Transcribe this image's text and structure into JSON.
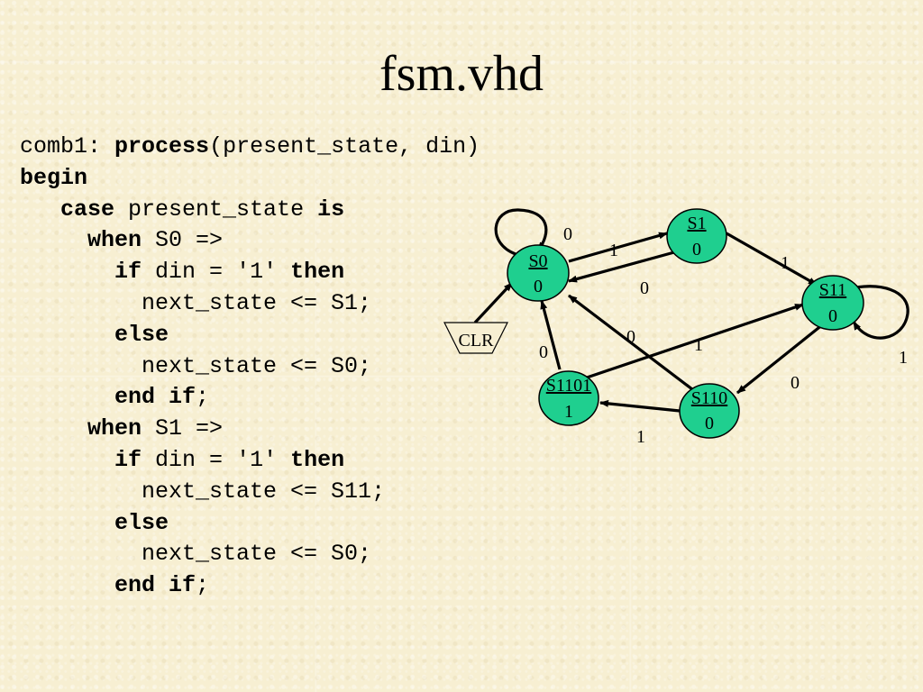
{
  "title": "fsm.vhd",
  "code_lines": [
    [
      {
        "t": "comb1: ",
        "k": false
      },
      {
        "t": "process",
        "k": true
      },
      {
        "t": "(present_state, din)",
        "k": false
      }
    ],
    [
      {
        "t": "begin",
        "k": true
      }
    ],
    [
      {
        "t": "   ",
        "k": false
      },
      {
        "t": "case",
        "k": true
      },
      {
        "t": " present_state ",
        "k": false
      },
      {
        "t": "is",
        "k": true
      }
    ],
    [
      {
        "t": "     ",
        "k": false
      },
      {
        "t": "when",
        "k": true
      },
      {
        "t": " S0 =>",
        "k": false
      }
    ],
    [
      {
        "t": "       ",
        "k": false
      },
      {
        "t": "if",
        "k": true
      },
      {
        "t": " din = '1' ",
        "k": false
      },
      {
        "t": "then",
        "k": true
      }
    ],
    [
      {
        "t": "         next_state <= S1;",
        "k": false
      }
    ],
    [
      {
        "t": "       ",
        "k": false
      },
      {
        "t": "else",
        "k": true
      }
    ],
    [
      {
        "t": "         next_state <= S0;",
        "k": false
      }
    ],
    [
      {
        "t": "       ",
        "k": false
      },
      {
        "t": "end if",
        "k": true
      },
      {
        "t": ";",
        "k": false
      }
    ],
    [
      {
        "t": "     ",
        "k": false
      },
      {
        "t": "when",
        "k": true
      },
      {
        "t": " S1 =>",
        "k": false
      }
    ],
    [
      {
        "t": "       ",
        "k": false
      },
      {
        "t": "if",
        "k": true
      },
      {
        "t": " din = '1' ",
        "k": false
      },
      {
        "t": "then",
        "k": true
      }
    ],
    [
      {
        "t": "         next_state <= S11;",
        "k": false
      }
    ],
    [
      {
        "t": "       ",
        "k": false
      },
      {
        "t": "else",
        "k": true
      }
    ],
    [
      {
        "t": "         next_state <= S0;",
        "k": false
      }
    ],
    [
      {
        "t": "       ",
        "k": false
      },
      {
        "t": "end if",
        "k": true
      },
      {
        "t": ";",
        "k": false
      }
    ]
  ],
  "diagram": {
    "node_color": "#1fcf8f",
    "states": [
      {
        "name": "S0",
        "output": "0"
      },
      {
        "name": "S1",
        "output": "0"
      },
      {
        "name": "S11",
        "output": "0"
      },
      {
        "name": "S110",
        "output": "0"
      },
      {
        "name": "S1101",
        "output": "1"
      }
    ],
    "reset_label": "CLR",
    "transition_labels": {
      "s0_self": "0",
      "s0_to_s1": "1",
      "s1_to_s0": "0",
      "s1_to_s11": "1",
      "s11_self": "1",
      "s11_to_s110": "0",
      "s110_to_s1101": "1",
      "s110_to_s0": "0",
      "s1101_to_s0": "0",
      "s1101_to_s11": "1"
    }
  }
}
